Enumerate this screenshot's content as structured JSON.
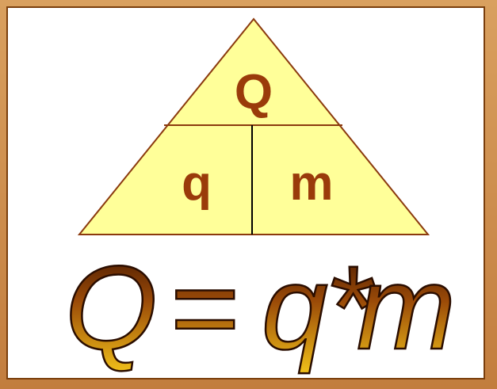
{
  "triangle": {
    "top_label": "Q",
    "bottom_left_label": "q",
    "bottom_right_label": "m",
    "fill_color": "#ffff99",
    "line_color": "#8b3a0e",
    "label_color": "#9a3b0a"
  },
  "formula": {
    "lhs": "Q",
    "equals": "=",
    "rhs_q": "q",
    "star": "*",
    "rhs_m": "m"
  },
  "colors": {
    "frame": "#c98a4a",
    "panel_border": "#7a3e0c",
    "gradient_top": "#3b1200",
    "gradient_bottom": "#f2c21a"
  }
}
